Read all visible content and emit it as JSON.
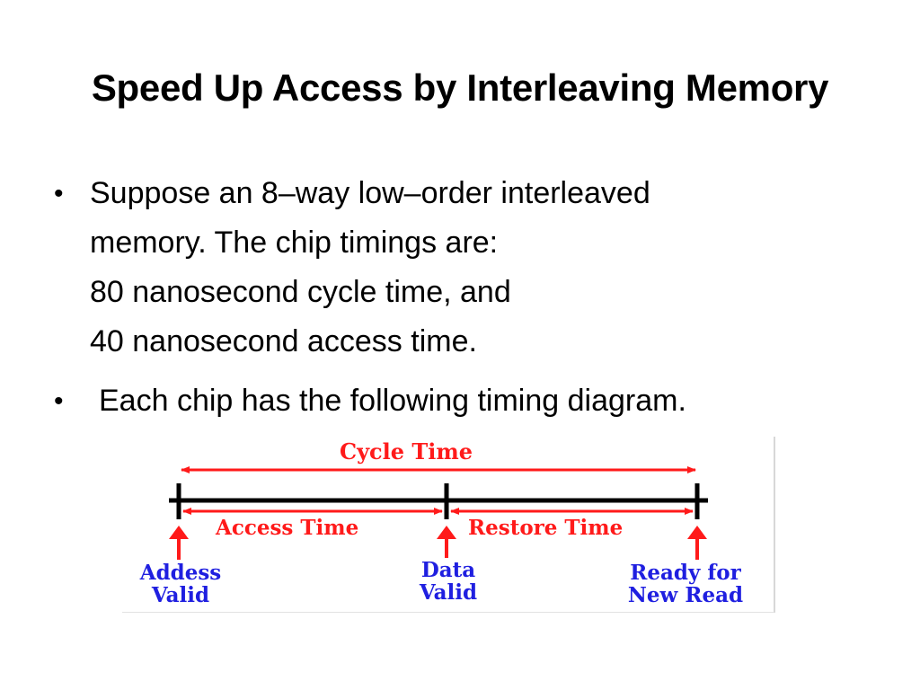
{
  "slide": {
    "title": "Speed Up Access by Interleaving Memory",
    "bullets": [
      {
        "lines": [
          "Suppose an 8–way low–order interleaved",
          "memory.  The chip timings are:",
          "80 nanosecond cycle time, and",
          "40 nanosecond access time."
        ]
      },
      {
        "lines": [
          "Each chip has the following timing diagram."
        ]
      }
    ],
    "bullet_symbol": "•"
  },
  "diagram": {
    "cycle_time": "Cycle Time",
    "access_time": "Access Time",
    "restore_time": "Restore Time",
    "address_valid": [
      "Addess",
      "Valid"
    ],
    "data_valid": [
      "Data",
      "Valid"
    ],
    "ready_new_read": [
      "Ready for",
      "New Read"
    ],
    "colors": {
      "red": "#ff1a1a",
      "blue": "#1f1fe0",
      "black": "#000000"
    }
  }
}
